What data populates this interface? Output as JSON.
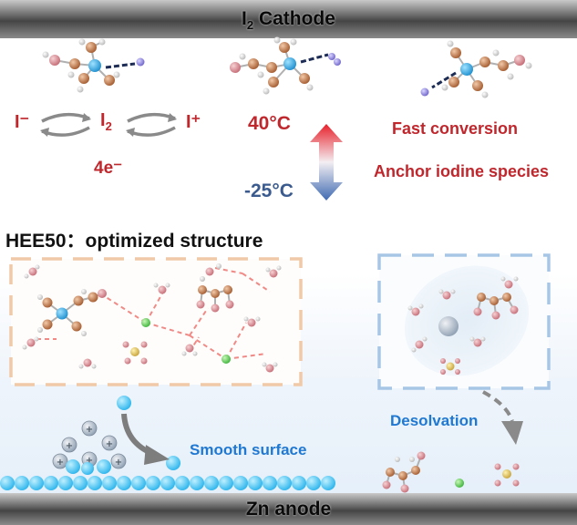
{
  "top_bar": {
    "label_prefix": "I",
    "label_sub": "2",
    "label_suffix": " Cathode"
  },
  "bottom_bar": {
    "label": "Zn anode"
  },
  "cathode": {
    "species": {
      "iodide": "I⁻",
      "iodine_prefix": "I",
      "iodine_sub": "2",
      "iodonium": "I⁺"
    },
    "electrons": "4e⁻",
    "temp_high": "40°C",
    "temp_low": "-25°C",
    "features": [
      "Fast conversion",
      "Anchor iodine species"
    ]
  },
  "electrolyte": {
    "title": "HEE50：optimized structure"
  },
  "anode": {
    "desolvation": "Desolvation",
    "smooth": "Smooth surface"
  },
  "colors": {
    "red": "#c0272d",
    "blue": "#1f78d1",
    "peach_border": "#f0c9a8",
    "blue_border": "#a7c6e6"
  }
}
